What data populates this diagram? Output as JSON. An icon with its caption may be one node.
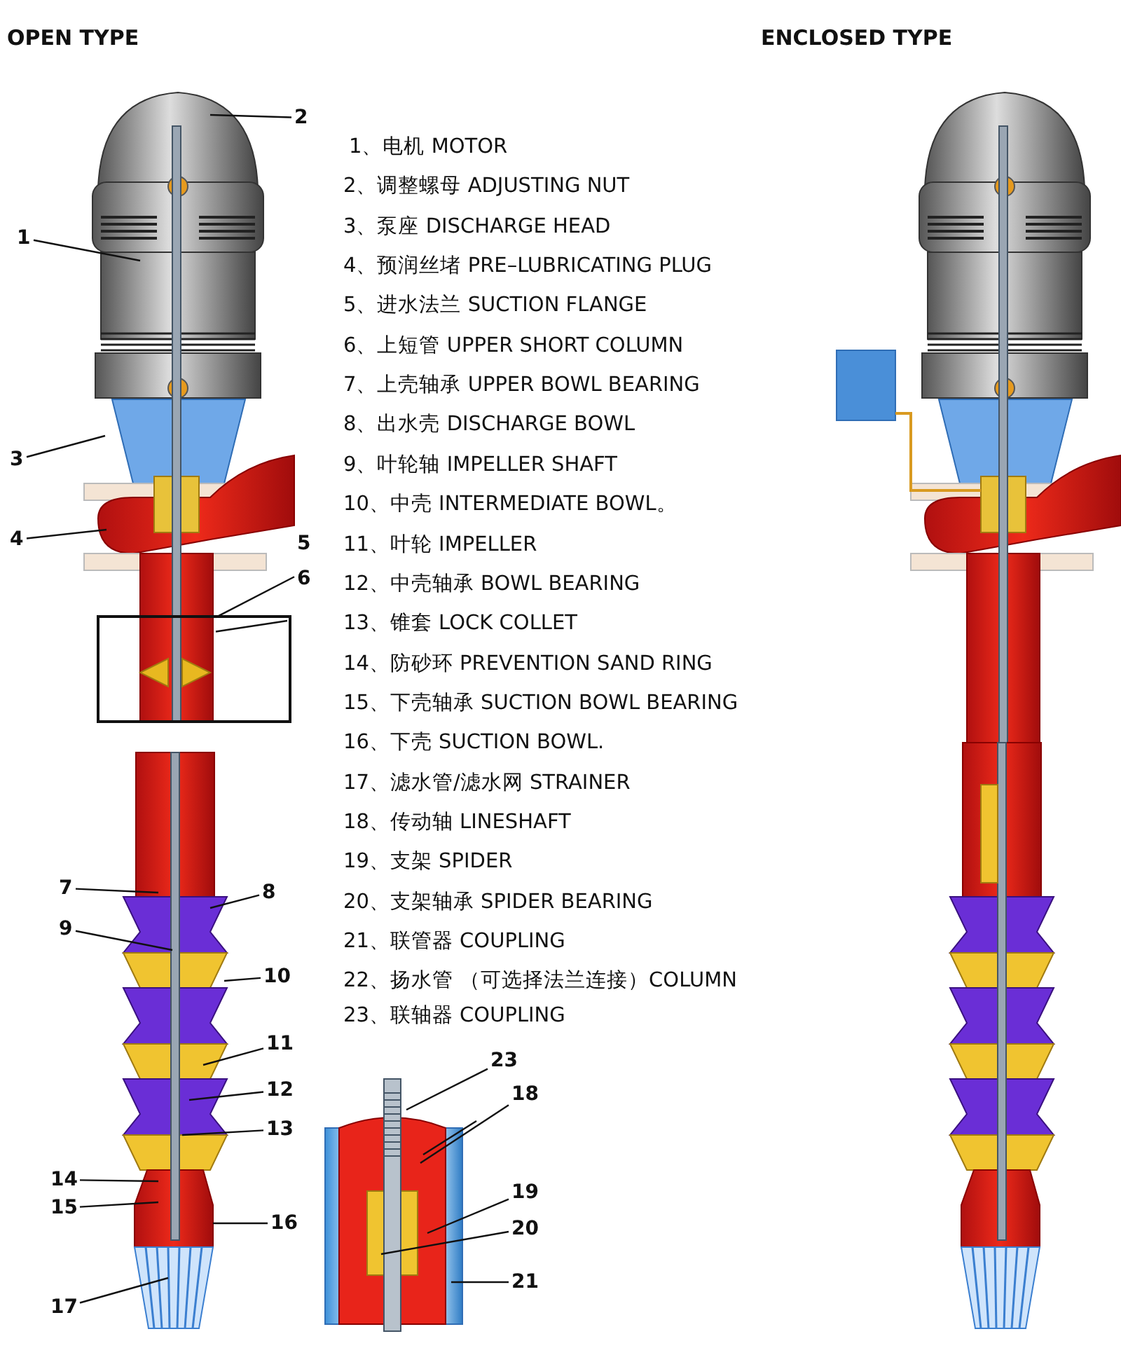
{
  "diagram": {
    "nodes": [
      {
        "text": [
          "1"
        ]
      },
      {
        "text": [
          "2"
        ]
      },
      {
        "text": [
          "3"
        ]
      },
      {
        "text": [
          "4"
        ]
      },
      {
        "text": [
          "6"
        ]
      },
      {
        "text": [
          "7"
        ]
      },
      {
        "text": [
          "8"
        ]
      },
      {
        "text": [
          "9"
        ]
      },
      {
        "text": [
          "10"
        ]
      },
      {
        "text": [
          "11"
        ]
      },
      {
        "text": [
          "12"
        ]
      },
      {
        "text": [
          "13"
        ]
      },
      {
        "text": [
          "14"
        ]
      },
      {
        "text": [
          "15"
        ]
      },
      {
        "text": [
          "16"
        ]
      },
      {
        "text": [
          "17"
        ]
      },
      {
        "text": [
          "23"
        ]
      },
      {
        "text": [
          "18"
        ]
      },
      {
        "text": [
          "19"
        ]
      },
      {
        "text": [
          "20"
        ]
      },
      {
        "text": [
          "21"
        ]
      },
      {
        "text": [],
        "shape": "bar"
      }
    ],
    "edges": [
      {
        "from": 0,
        "to": null,
        "arrow": "none"
      },
      {
        "from": 1,
        "to": null,
        "arrow": "none"
      },
      {
        "from": 2,
        "to": null,
        "arrow": "none"
      },
      {
        "from": 3,
        "to": null,
        "arrow": "none"
      },
      {
        "from": 4,
        "to": 21,
        "arrow": "none"
      },
      {
        "from": 5,
        "to": null,
        "arrow": "none"
      },
      {
        "from": 6,
        "to": null,
        "arrow": "none"
      },
      {
        "from": 7,
        "to": null,
        "arrow": "none"
      },
      {
        "from": 8,
        "to": null,
        "arrow": "none"
      },
      {
        "from": 9,
        "to": null,
        "arrow": "none"
      },
      {
        "from": 10,
        "to": null,
        "arrow": "none"
      },
      {
        "from": 11,
        "to": null,
        "arrow": "none"
      },
      {
        "from": 12,
        "to": null,
        "arrow": "none"
      },
      {
        "from": 13,
        "to": null,
        "arrow": "none"
      },
      {
        "from": 14,
        "to": null,
        "arrow": "none"
      },
      {
        "from": 15,
        "to": null,
        "arrow": "none"
      },
      {
        "from": 16,
        "to": null,
        "arrow": "none"
      },
      {
        "from": 17,
        "to": null,
        "arrow": "none"
      },
      {
        "from": 18,
        "to": null,
        "arrow": "none"
      },
      {
        "from": 19,
        "to": null,
        "arrow": "none"
      },
      {
        "from": 20,
        "to": null,
        "arrow": "none"
      },
      {
        "from": null,
        "to": 21,
        "arrow": "none"
      }
    ],
    "labels": [
      "OPEN TYPE",
      "ENCLOSED TYPE",
      "1、电机 MOTOR",
      "2、调整螺母 ADJUSTING NUT",
      "3、泵座 DISCHARGE HEAD",
      "4、预润丝堵 PRE–LUBRICATING PLUG",
      "5、进水法兰 SUCTION FLANGE",
      "6、上短管 UPPER SHORT COLUMN",
      "7、上壳轴承 UPPER BOWL BEARING",
      "8、出水壳 DISCHARGE BOWL",
      "9、叶轮轴 IMPELLER SHAFT",
      "10、中壳 INTERMEDIATE BOWL。",
      "11、叶轮 IMPELLER",
      "12、中壳轴承 BOWL BEARING",
      "13、锥套 LOCK COLLET",
      "14、防砂环 PREVENTION SAND RING",
      "15、下壳轴承 SUCTION BOWL BEARING",
      "16、下壳 SUCTION BOWL.",
      "17、滤水管/滤水网 STRAINER",
      "18、传动轴 LINESHAFT",
      "19、支架 SPIDER",
      "20、支架轴承 SPIDER BEARING",
      "21、联管器 COUPLING",
      "22、扬水管 （可选择法兰连接）COLUMN",
      "23、联轴器 COUPLING",
      "5"
    ]
  }
}
